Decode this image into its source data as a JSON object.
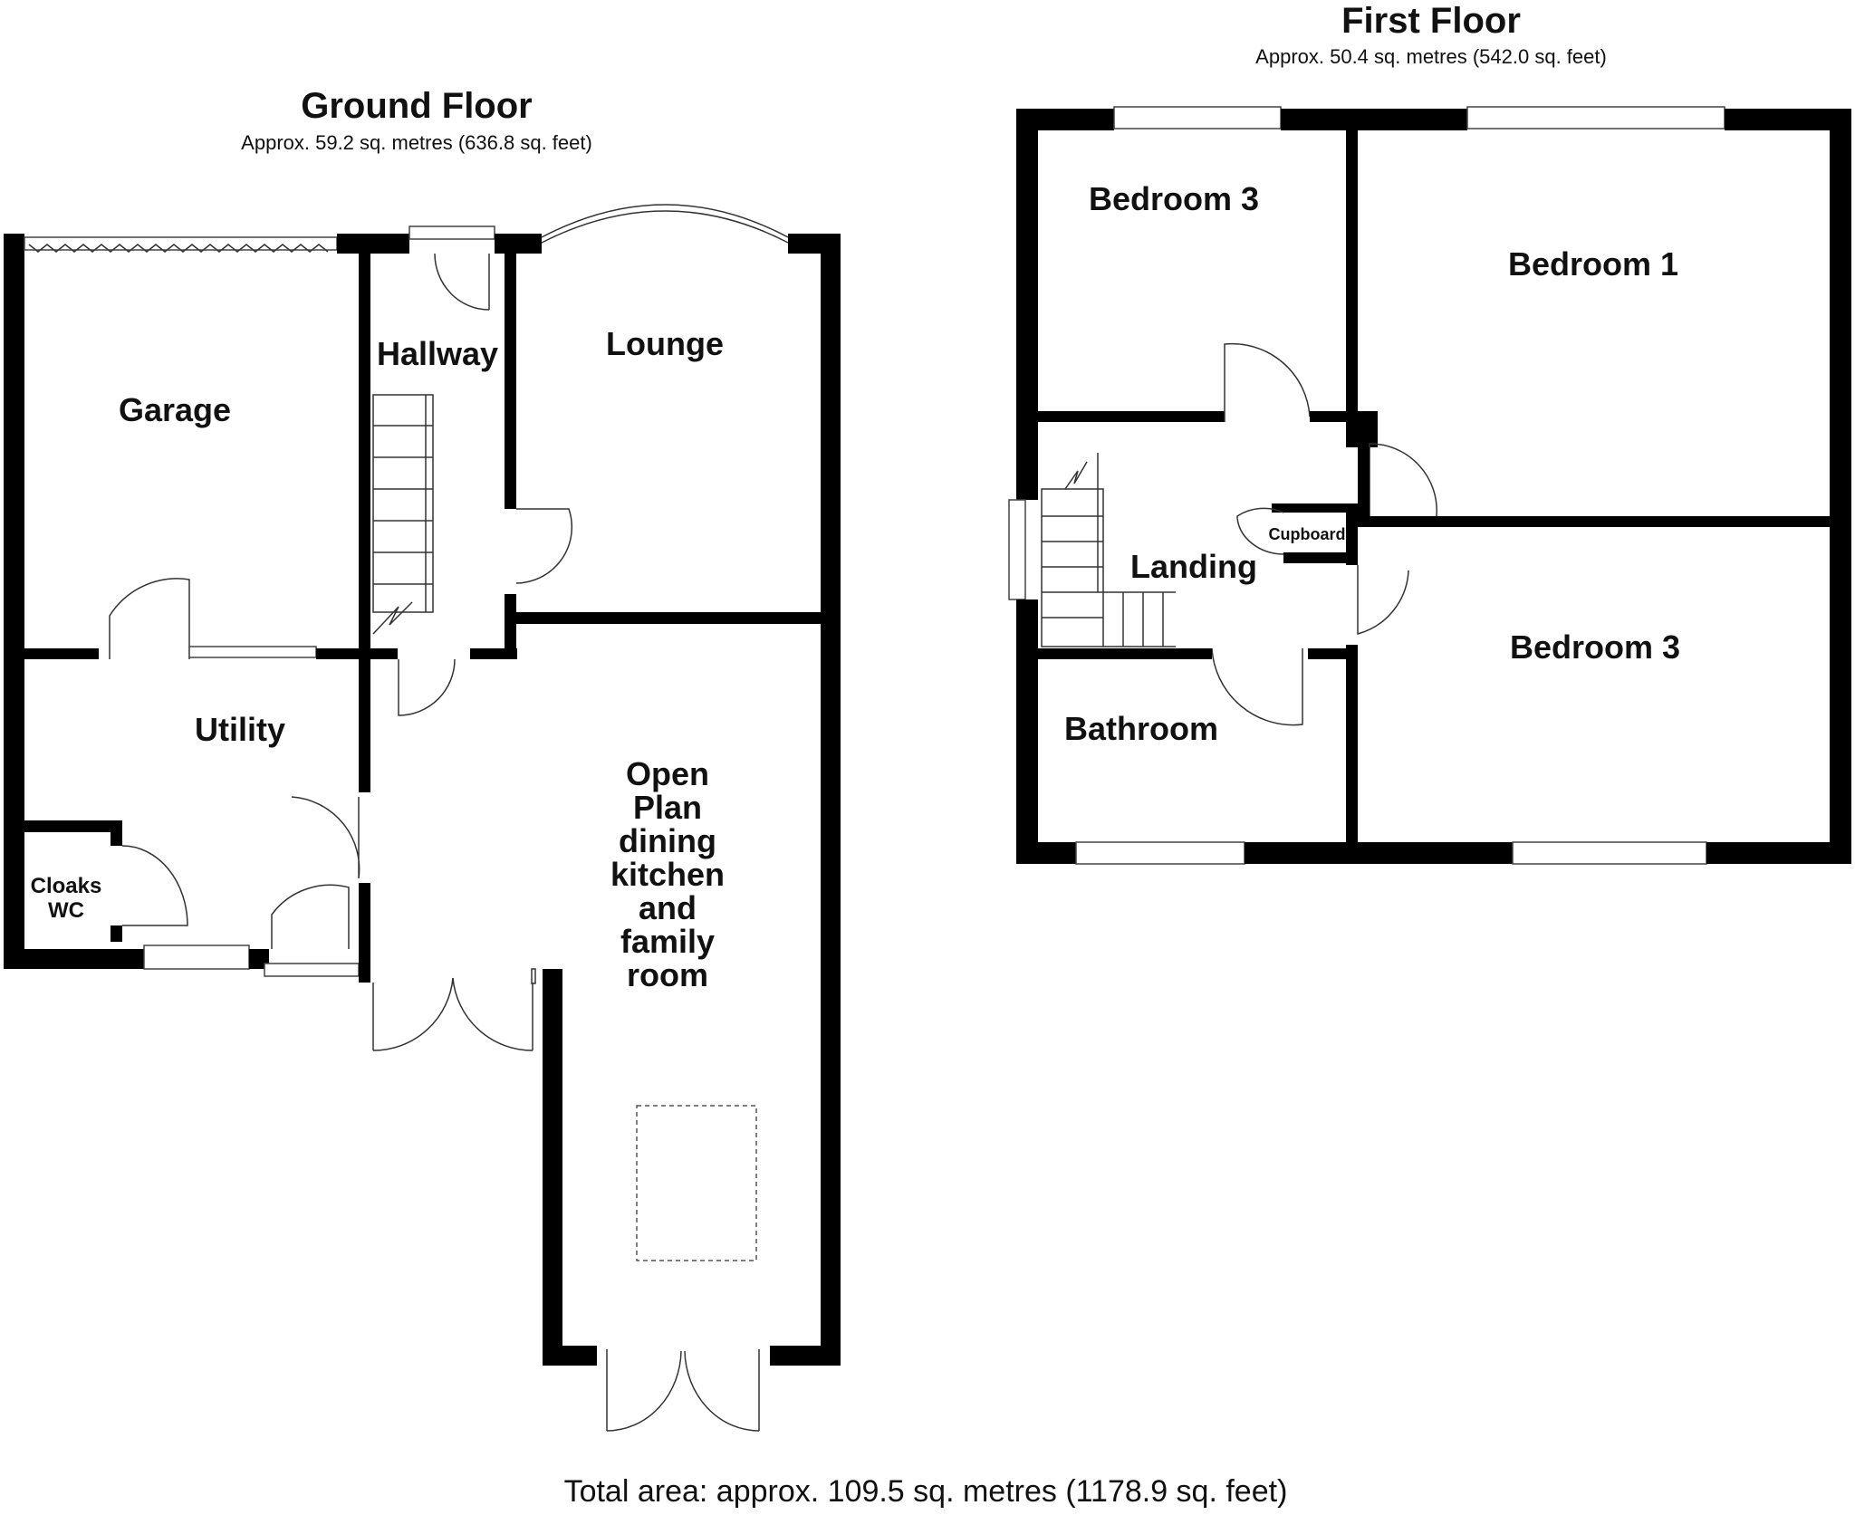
{
  "ground_floor": {
    "title": "Ground Floor",
    "area": "Approx. 59.2 sq. metres (636.8 sq. feet)",
    "rooms": {
      "garage": "Garage",
      "hallway": "Hallway",
      "lounge": "Lounge",
      "utility": "Utility",
      "cloaks_line1": "Cloaks",
      "cloaks_line2": "WC",
      "open_plan_lines": [
        "Open",
        "Plan",
        "dining",
        "kitchen",
        "and",
        "family",
        "room"
      ]
    }
  },
  "first_floor": {
    "title": "First Floor",
    "area": "Approx. 50.4 sq. metres (542.0 sq. feet)",
    "rooms": {
      "bedroom3_top": "Bedroom 3",
      "bedroom1": "Bedroom 1",
      "bedroom3_bottom": "Bedroom 3",
      "landing": "Landing",
      "cupboard": "Cupboard",
      "bathroom": "Bathroom"
    }
  },
  "total_area": "Total area: approx. 109.5 sq. metres (1178.9 sq. feet)"
}
